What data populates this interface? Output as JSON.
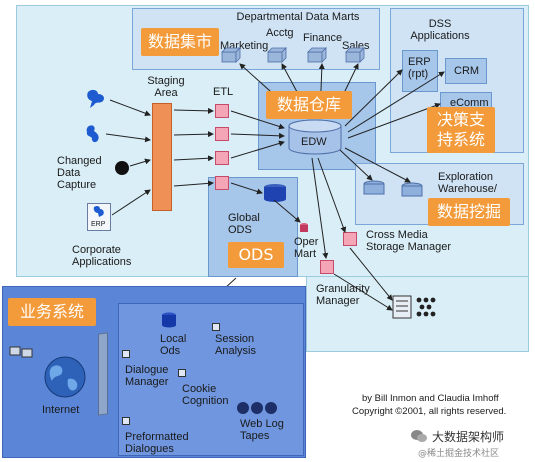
{
  "labels": {
    "data_mart": "数据集市",
    "data_warehouse": "数据仓库",
    "dss": "决策支\n持系统",
    "data_mining": "数据挖掘",
    "ods": "ODS",
    "business_systems": "业务系统"
  },
  "dept_marts": {
    "title": "Departmental Data Marts",
    "marketing": "Marketing",
    "acctg": "Acctg",
    "finance": "Finance",
    "sales": "Sales"
  },
  "dss_apps": {
    "title": "DSS\nApplications",
    "erp": "ERP\n(rpt)",
    "crm": "CRM",
    "ecomm": "eComm"
  },
  "left": {
    "staging": "Staging\nArea",
    "etl": "ETL",
    "cdc": "Changed\nData\nCapture",
    "erp": "ERP",
    "corporate": "Corporate\nApplications"
  },
  "center": {
    "edw": "EDW",
    "global_ods": "Global\nODS",
    "oper_mart": "Oper\nMart",
    "exploration": "Exploration\nWarehouse/",
    "cross_media": "Cross Media\nStorage Manager",
    "granularity": "Granularity\nManager"
  },
  "bottom": {
    "internet": "Internet",
    "local_ods": "Local\nOds",
    "session": "Session\nAnalysis",
    "dialogue_mgr": "Dialogue\nManager",
    "cookie": "Cookie\nCognition",
    "preformatted": "Preformatted\nDialogues",
    "weblog": "Web Log\nTapes"
  },
  "credit": {
    "line1": "by Bill Inmon and Claudia Imhoff",
    "line2": "Copyright ©2001, all rights reserved."
  },
  "watermark": {
    "name": "大数据架构师",
    "site": "@稀土掘金技术社区"
  },
  "colors": {
    "orange": "#f39a3a",
    "panel": "#d9eef6",
    "blue_box": "#7aa7dd",
    "bottom_box": "#5b86d8",
    "pink": "#f4a6b6"
  }
}
